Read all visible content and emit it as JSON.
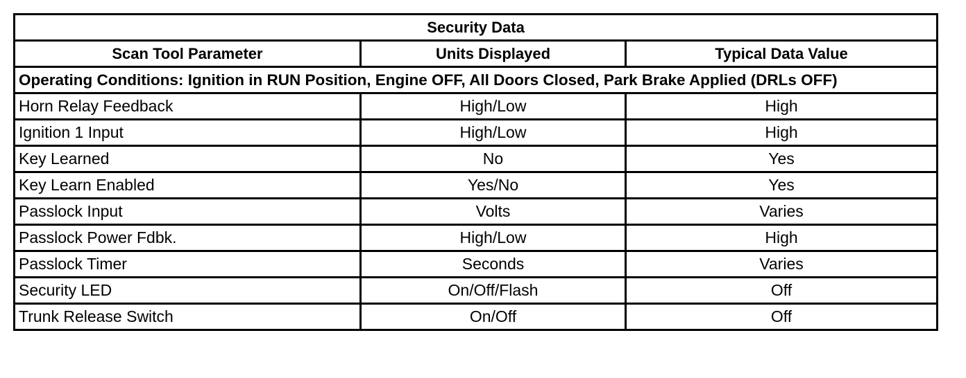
{
  "table": {
    "title": "Security Data",
    "headers": [
      "Scan Tool Parameter",
      "Units Displayed",
      "Typical Data Value"
    ],
    "conditions": "Operating Conditions: Ignition in RUN Position, Engine OFF, All Doors Closed, Park Brake Applied (DRLs OFF)",
    "rows": [
      {
        "parameter": "Horn Relay Feedback",
        "units": "High/Low",
        "typical": "High"
      },
      {
        "parameter": "Ignition 1 Input",
        "units": "High/Low",
        "typical": "High"
      },
      {
        "parameter": "Key Learned",
        "units": "No",
        "typical": "Yes"
      },
      {
        "parameter": "Key Learn Enabled",
        "units": "Yes/No",
        "typical": "Yes"
      },
      {
        "parameter": "Passlock Input",
        "units": "Volts",
        "typical": "Varies"
      },
      {
        "parameter": "Passlock Power Fdbk.",
        "units": "High/Low",
        "typical": "High"
      },
      {
        "parameter": "Passlock Timer",
        "units": "Seconds",
        "typical": "Varies"
      },
      {
        "parameter": "Security LED",
        "units": "On/Off/Flash",
        "typical": "Off"
      },
      {
        "parameter": "Trunk Release Switch",
        "units": "On/Off",
        "typical": "Off"
      }
    ]
  }
}
